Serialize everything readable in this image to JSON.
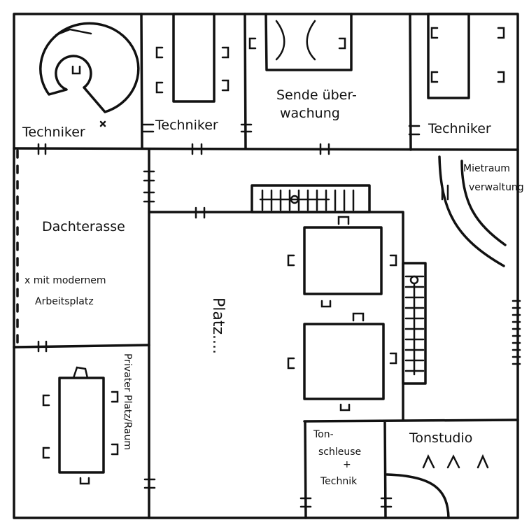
{
  "rooms": {
    "techniker_1": "Techniker",
    "techniker_2": "Techniker",
    "sendeueberwachung": [
      "Sende über-",
      "wachung"
    ],
    "techniker_3": "Techniker",
    "mietraum": [
      "Mietraum",
      "verwaltung"
    ],
    "dachterasse": "Dachterasse",
    "dachterasse_note": [
      "x mit modernem",
      "Arbeitsplatz"
    ],
    "platz": "Platz....",
    "privater": "Privater Platz/Raum",
    "tonschleuse": [
      "Ton-",
      "schleuse",
      "+",
      "Technik"
    ],
    "tonstudio": "Tonstudio"
  }
}
